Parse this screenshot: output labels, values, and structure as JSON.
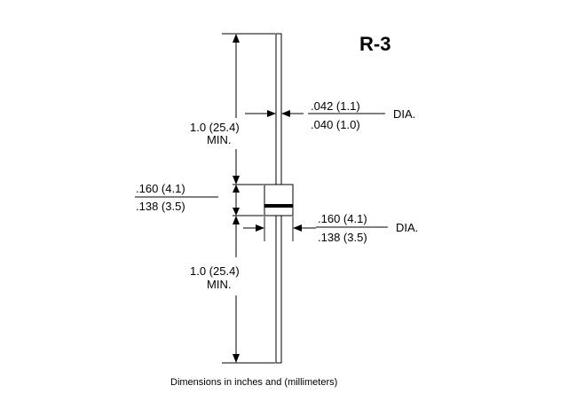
{
  "package_name": "R-3",
  "lead_length": {
    "line1": "1.0 (25.4)",
    "line2": "MIN."
  },
  "lead_length_lower": {
    "line1": "1.0 (25.4)",
    "line2": "MIN."
  },
  "lead_diameter": {
    "max": ".042 (1.1)",
    "min": ".040 (1.0)",
    "suffix": "DIA."
  },
  "body_length": {
    "max": ".160 (4.1)",
    "min": ".138 (3.5)"
  },
  "body_diameter": {
    "max": ".160 (4.1)",
    "min": ".138 (3.5)",
    "suffix": "DIA."
  },
  "caption": "Dimensions in inches and (millimeters)"
}
